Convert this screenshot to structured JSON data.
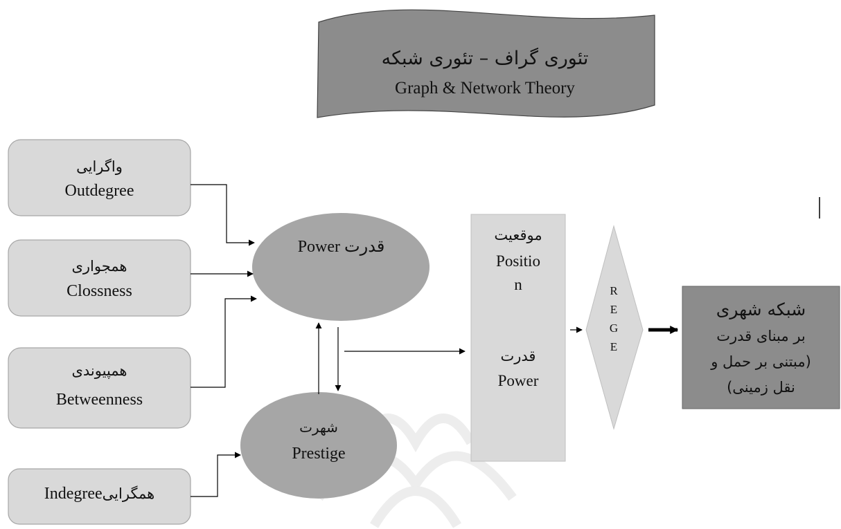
{
  "title": {
    "fa": "تئوری گراف – تئوری شبکه",
    "en": "Graph & Network Theory"
  },
  "inputs": [
    {
      "id": "outdegree",
      "fa": "واگرایی",
      "en": "Outdegree"
    },
    {
      "id": "closeness",
      "fa": "همجواری",
      "en": "Clossness"
    },
    {
      "id": "betweenness",
      "fa": "همپیوندی",
      "en": "Betweenness"
    },
    {
      "id": "indegree",
      "fa": "همگرایی",
      "en": "Indegree"
    }
  ],
  "power": {
    "label": "قدرت Power"
  },
  "prestige": {
    "fa": "شهرت",
    "en": "Prestige"
  },
  "position_box": {
    "fa1": "موقعیت",
    "en1_a": "Positio",
    "en1_b": "n",
    "fa2": "قدرت",
    "en2": "Power"
  },
  "rege": [
    "R",
    "E",
    "G",
    "E"
  ],
  "result": {
    "line1": "شبکه شهری",
    "line2": "بر مبنای قدرت",
    "line3": "(مبتنی بر حمل و",
    "line4": "نقل زمینی)"
  },
  "colors": {
    "banner": "#8c8c8c",
    "input_box": "#d9d9d9",
    "ellipse": "#a6a6a6",
    "position_box": "#d9d9d9",
    "rege": "#d9d9d9",
    "result_box": "#8c8c8c",
    "arrow": "#000000"
  }
}
